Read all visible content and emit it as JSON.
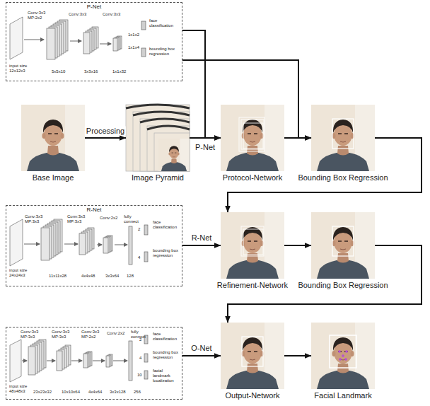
{
  "diagram": {
    "nodes": [
      {
        "text": [
          "P-Net",
          "Conv:3x3 MP:2x2",
          "Conv:3x3",
          "Conv:3x3",
          "face classification",
          "1x1x2",
          "1x1x4",
          "bounding box regression",
          "input size 12x12x3",
          "5x5x10",
          "3x3x16",
          "1x1x32"
        ]
      },
      {
        "text": [
          "Base Image"
        ]
      },
      {
        "text": [
          "Image Pyramid"
        ]
      },
      {
        "text": [
          "Protocol-Network"
        ]
      },
      {
        "text": [
          "Bounding Box Regression"
        ]
      },
      {
        "text": [
          "R-Net",
          "Conv:3x3 MP:3x3",
          "Conv:3x3 MP:3x3",
          "Conv:2x2",
          "fully connect",
          "face classification",
          "2",
          "4",
          "bounding box regression",
          "input size 24x24x3",
          "11x11x28",
          "4x4x48",
          "3x3x64",
          "128"
        ]
      },
      {
        "text": [
          "Refinement-Network"
        ]
      },
      {
        "text": [
          "Bounding Box Regression"
        ]
      },
      {
        "text": [
          "Conv:3x3 MP:3x3",
          "Conv:3x3 MP:3x3",
          "Conv:3x3 MP:2x2",
          "Conv:2x2",
          "fully connect",
          "face classification",
          "bounding box regression",
          "facial landmark localization",
          "2",
          "4",
          "10",
          "input size 48x48x3",
          "23x23x32",
          "10x10x64",
          "4x4x64",
          "3x3x128",
          "256"
        ]
      },
      {
        "text": [
          "Output-Network"
        ]
      },
      {
        "text": [
          "Facial Landmark"
        ]
      }
    ],
    "edges": [
      {
        "from": 1,
        "to": 2,
        "arrow": "to",
        "label": "Processing"
      },
      {
        "from": 2,
        "to": 3,
        "arrow": "to",
        "label": "P-Net"
      },
      {
        "from": 0,
        "to": 3,
        "arrow": "to"
      },
      {
        "from": 0,
        "to": 4,
        "arrow": "to"
      },
      {
        "from": 3,
        "to": 4,
        "arrow": "to"
      },
      {
        "from": 4,
        "to": 6,
        "arrow": "to"
      },
      {
        "from": 5,
        "to": 6,
        "arrow": "to",
        "label": "R-Net"
      },
      {
        "from": 6,
        "to": 7,
        "arrow": "to"
      },
      {
        "from": 7,
        "to": 9,
        "arrow": "to"
      },
      {
        "from": 8,
        "to": 9,
        "arrow": "to",
        "label": "O-Net"
      },
      {
        "from": 9,
        "to": 10,
        "arrow": "to"
      }
    ]
  }
}
